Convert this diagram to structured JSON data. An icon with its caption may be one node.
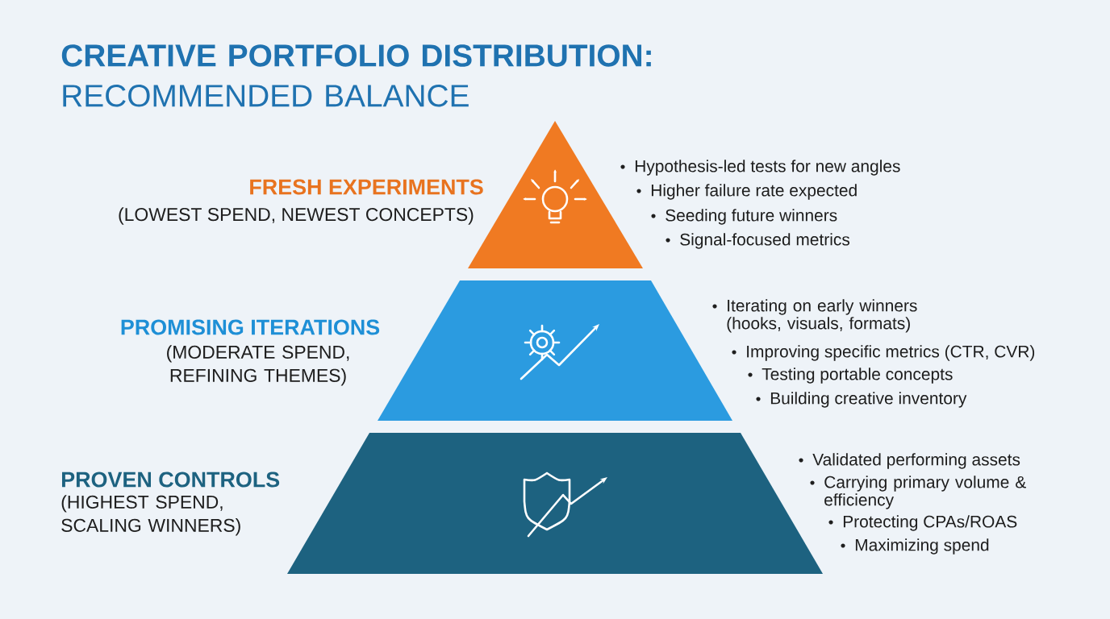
{
  "diagram": {
    "title": "**CREATIVE PORTFOLIO DISTRIBUTION:** RECOMMENDED BALANCE",
    "nodes": [
      {
        "text": [
          "FRESH EXPERIMENTS",
          "(LOWEST SPEND, NEWEST CONCEPTS)"
        ],
        "beside": [
          "Hypothesis-led tests for new angles",
          "Higher failure rate expected",
          "Seeding future winners",
          "Signal-focused metrics"
        ]
      },
      {
        "text": [
          "PROMISING ITERATIONS",
          "(MODERATE SPEND, REFINING THEMES)"
        ],
        "beside": [
          "Iterating on early winners (hooks, visuals, formats)",
          "Improving specific metrics (CTR, CVR)",
          "Testing portable concepts",
          "Building creative inventory"
        ]
      },
      {
        "text": [
          "PROVEN CONTROLS",
          "(HIGHEST SPEND, SCALING WINNERS)"
        ],
        "beside": [
          "Validated performing assets",
          "Carrying primary volume & efficiency",
          "Protecting CPAs/ROAS",
          "Maximizing spend"
        ]
      }
    ]
  }
}
